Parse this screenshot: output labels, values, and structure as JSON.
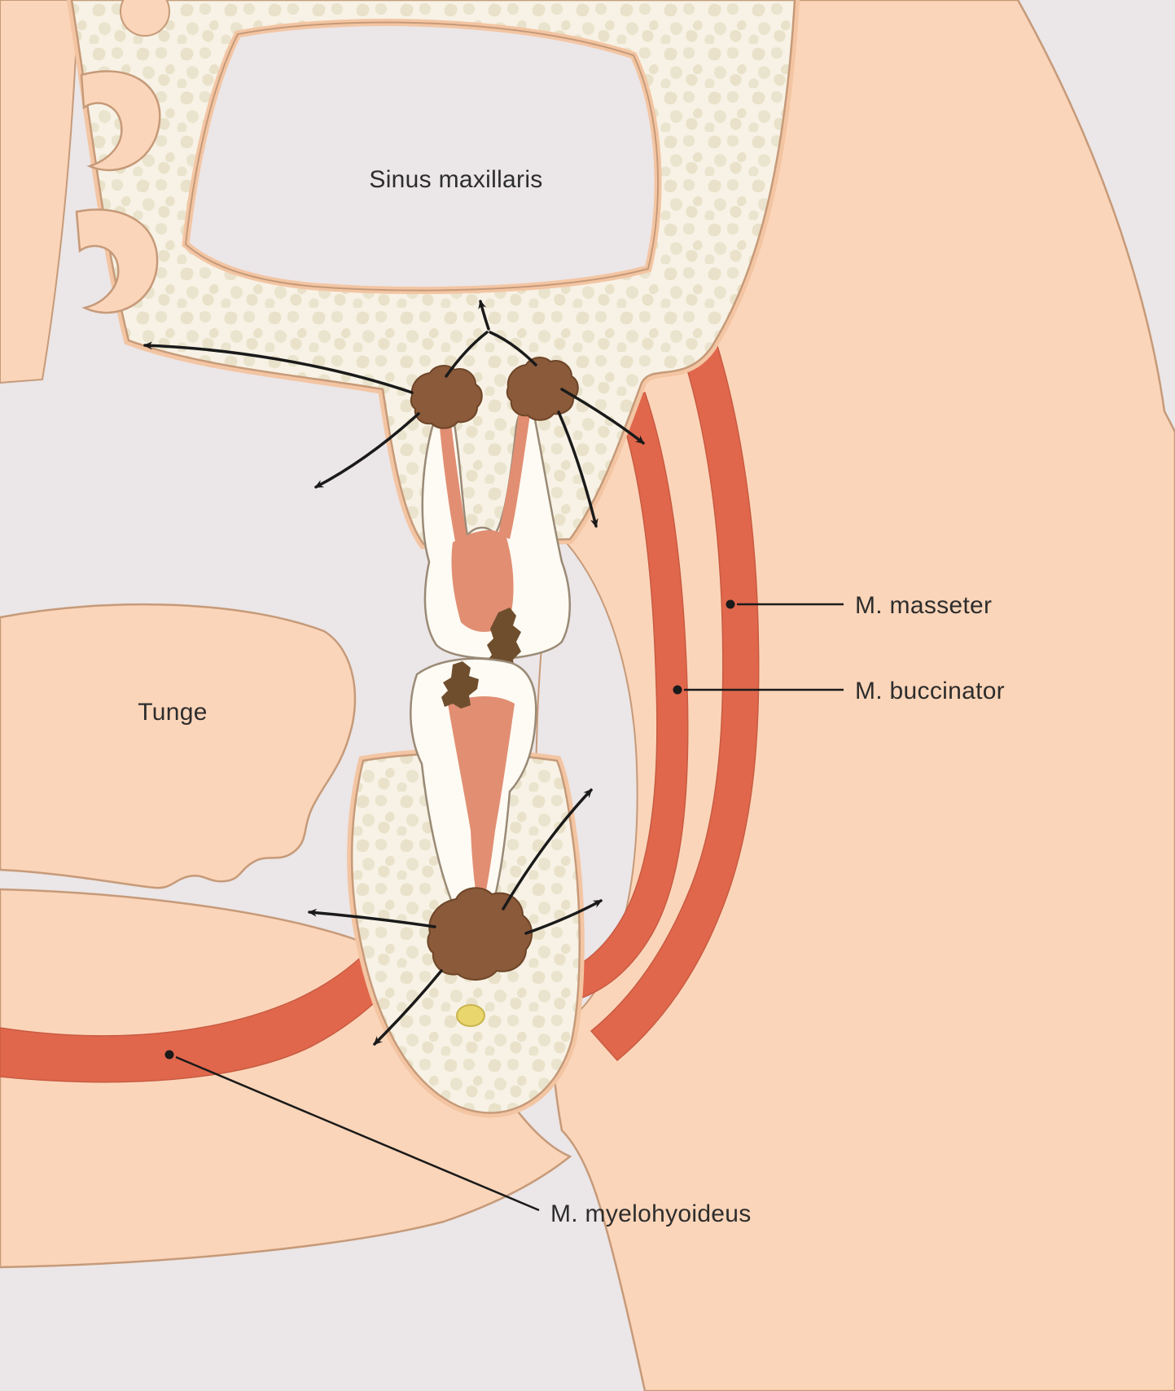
{
  "figure": {
    "description": "Sagittal anatomical diagram of upper and lower molar region showing spread routes of odontogenic infection"
  },
  "labels": {
    "sinus_maxillaris": "Sinus maxillaris",
    "tunge": "Tunge",
    "masseter": "M. masseter",
    "buccinator": "M. buccinator",
    "mylohyoideus": "M. myelohyoideus"
  },
  "colors": {
    "background": "#EBE6E7",
    "skin": "#FBD5B9",
    "outline_brown": "#C69A79",
    "bone": "#F7F2E5",
    "bone_speckle": "#E9E1C9",
    "muscle_red": "#E0674C",
    "tooth_white": "#FDFBF3",
    "pulp_salmon": "#E18E73",
    "abscess_brown": "#8A5A3B",
    "caries_dark_brown": "#6F4E2E",
    "canal_yellow": "#E9D76E",
    "arrow_black": "#1A1A1A",
    "label_text": "#2D2D2D"
  }
}
